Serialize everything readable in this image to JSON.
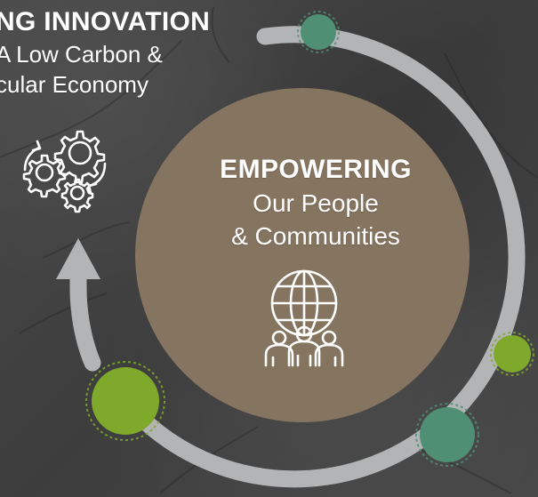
{
  "innovation": {
    "title": "NG INNOVATION",
    "line1": "A Low Carbon &",
    "line2": "cular Economy"
  },
  "empowering": {
    "title": "EMPOWERING",
    "line1": "Our People",
    "line2": "& Communities"
  },
  "icons": {
    "gears": "gears-icon",
    "globe_people": "globe-with-people-icon"
  },
  "colors": {
    "background": "#4a4a4a",
    "center_circle": "#85745f",
    "ring": "#b3b4b6",
    "light_green": "#7fa92a",
    "teal_green": "#4f8f74",
    "text": "#ffffff"
  }
}
